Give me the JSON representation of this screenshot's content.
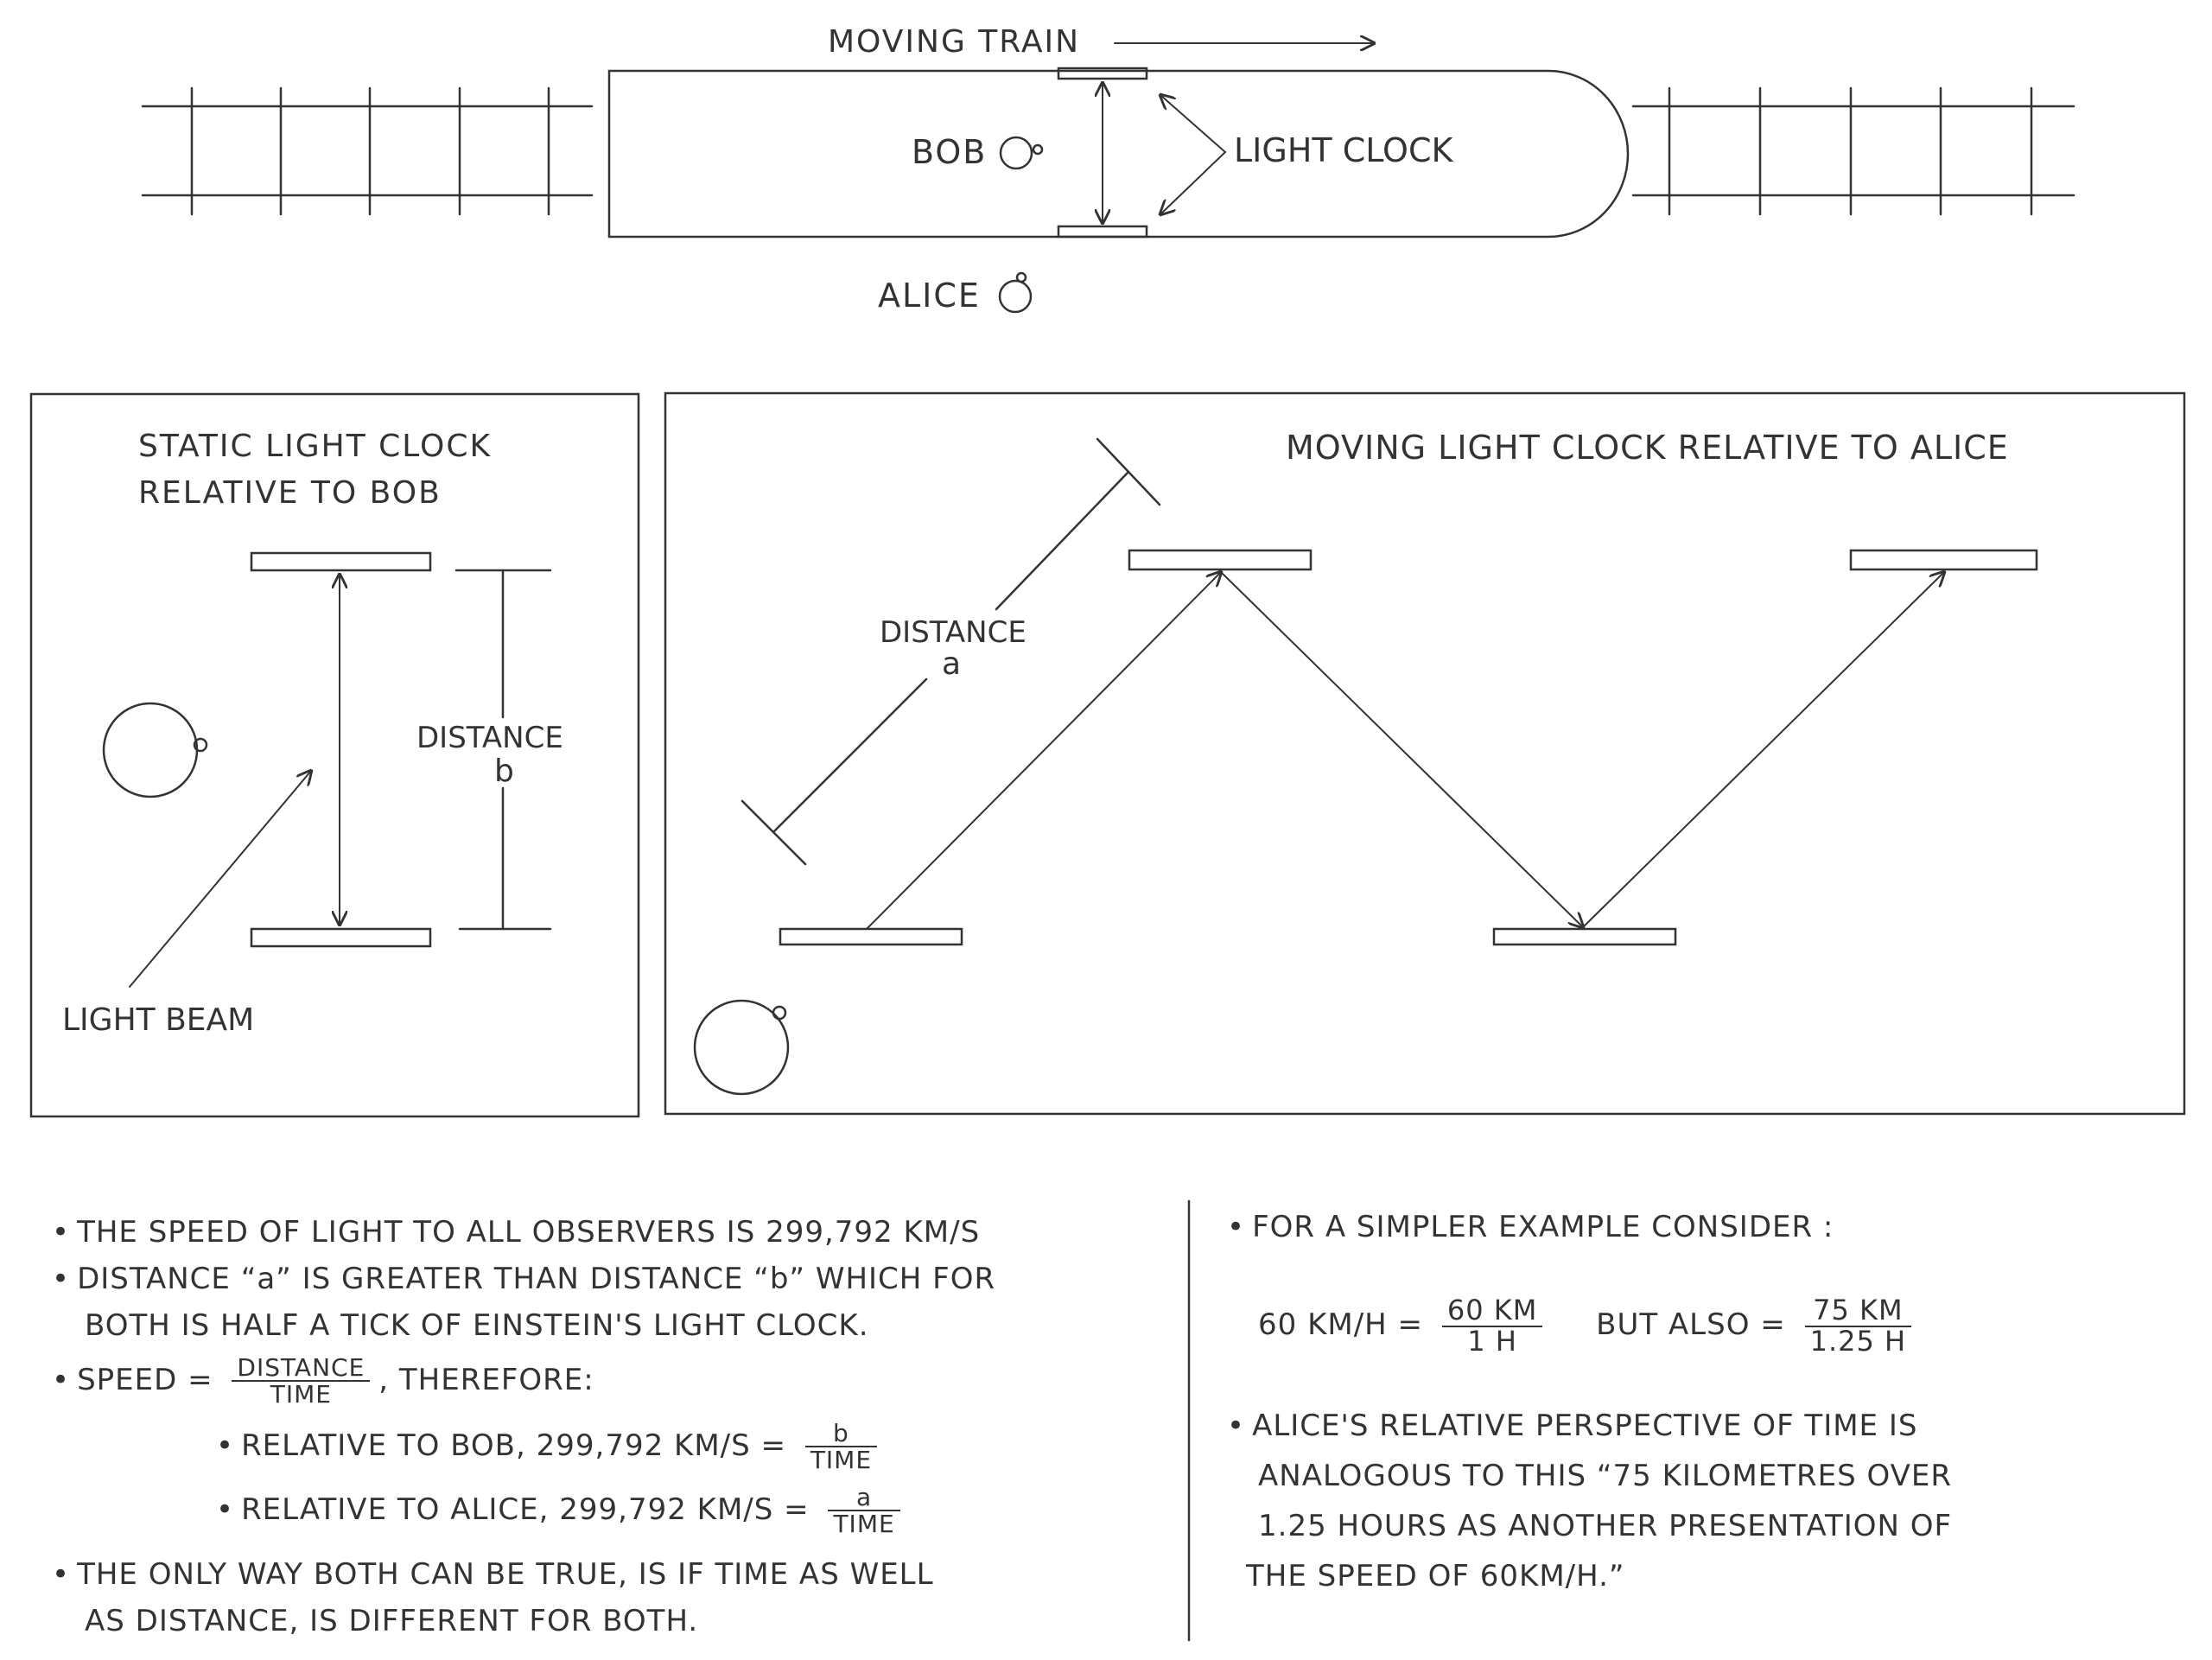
{
  "train_diagram": {
    "moving_train_label": "MOVING TRAIN",
    "bob_label": "BOB",
    "alice_label": "ALICE",
    "light_clock_label": "LIGHT CLOCK"
  },
  "static_panel": {
    "title_line1": "STATIC LIGHT CLOCK",
    "title_line2": "RELATIVE TO BOB",
    "distance_label": "DISTANCE",
    "distance_var": "b",
    "light_beam_label": "LIGHT BEAM"
  },
  "moving_panel": {
    "title": "MOVING LIGHT CLOCK RELATIVE TO ALICE",
    "distance_label": "DISTANCE",
    "distance_var": "a"
  },
  "notes_left": {
    "line1": "THE SPEED OF LIGHT TO ALL OBSERVERS IS 299,792 KM/S",
    "line2": "DISTANCE “a” IS GREATER THAN DISTANCE “b” WHICH FOR",
    "line3": "BOTH IS HALF A TICK OF EINSTEIN'S LIGHT CLOCK.",
    "speed_prefix": "SPEED =",
    "speed_num": "DISTANCE",
    "speed_den": "TIME",
    "speed_suffix": ", THEREFORE:",
    "rel_bob_prefix": "RELATIVE TO BOB,  299,792 KM/S =",
    "rel_bob_num": "b",
    "rel_bob_den": "TIME",
    "rel_alice_prefix": "RELATIVE TO ALICE,  299,792 KM/S =",
    "rel_alice_num": "a",
    "rel_alice_den": "TIME",
    "line_last1": "THE ONLY WAY BOTH CAN BE TRUE, IS IF TIME AS WELL",
    "line_last2": "AS DISTANCE, IS DIFFERENT FOR BOTH."
  },
  "notes_right": {
    "intro": "FOR A SIMPLER EXAMPLE CONSIDER :",
    "eq_left": "60 KM/H =",
    "eq_num1": "60 KM",
    "eq_den1": "1 H",
    "eq_mid": "BUT ALSO =",
    "eq_num2": "75 KM",
    "eq_den2": "1.25 H",
    "para1": "ALICE'S RELATIVE PERSPECTIVE OF TIME IS",
    "para2": "ANALOGOUS TO THIS “75 KILOMETRES OVER",
    "para3": "1.25 HOURS AS ANOTHER PRESENTATION OF",
    "para4": "THE SPEED OF 60KM/H.”"
  }
}
